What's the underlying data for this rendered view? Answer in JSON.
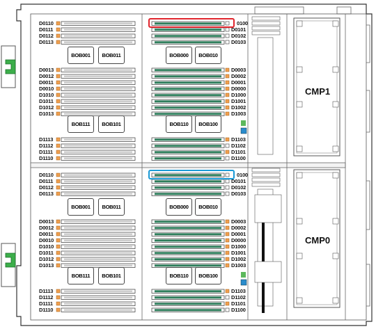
{
  "halves": [
    {
      "cmp_label": "CMP1",
      "left_group_a": [
        "D0110",
        "D0111",
        "D0112",
        "D0113"
      ],
      "left_group_b": [
        "D0013",
        "D0012",
        "D0011",
        "D0010",
        "D1010",
        "D1011",
        "D1012",
        "D1013"
      ],
      "left_group_c": [
        "D1113",
        "D1112",
        "D1111",
        "D1110"
      ],
      "right_group_a": [
        "0100",
        "D0101",
        "D0102",
        "D0103"
      ],
      "right_group_b": [
        "D0003",
        "D0002",
        "D0001",
        "D0000",
        "D1000",
        "D1001",
        "D1002",
        "D1003"
      ],
      "right_group_c": [
        "D1103",
        "D1102",
        "D1101",
        "D1100"
      ],
      "bob_top_left": [
        "BOB001",
        "BOB011"
      ],
      "bob_top_right": [
        "BOB000",
        "BOB010"
      ],
      "bob_bottom_left": [
        "BOB111",
        "BOB101"
      ],
      "bob_bottom_right": [
        "BOB110",
        "BOB100"
      ],
      "highlight_color": "#e0242c"
    },
    {
      "cmp_label": "CMP0",
      "left_group_a": [
        "D0110",
        "D0111",
        "D0112",
        "D0113"
      ],
      "left_group_b": [
        "D0013",
        "D0012",
        "D0011",
        "D0010",
        "D1010",
        "D1011",
        "D1012",
        "D1013"
      ],
      "left_group_c": [
        "D1113",
        "D1112",
        "D1111",
        "D1110"
      ],
      "right_group_a": [
        "0100",
        "D0101",
        "D0102",
        "D0103"
      ],
      "right_group_b": [
        "D0003",
        "D0002",
        "D0001",
        "D0000",
        "D1000",
        "D1001",
        "D1002",
        "D1003"
      ],
      "right_group_c": [
        "D1103",
        "D1102",
        "D1101",
        "D1100"
      ],
      "bob_top_left": [
        "BOB001",
        "BOB011"
      ],
      "bob_top_right": [
        "BOB000",
        "BOB010"
      ],
      "bob_bottom_left": [
        "BOB111",
        "BOB101"
      ],
      "bob_bottom_right": [
        "BOB110",
        "BOB100"
      ],
      "highlight_color": "#1a9ad6"
    }
  ],
  "colors": {
    "outline": "#333333",
    "green_dimm": "#2e7d5b",
    "gray_dimm": "#cccccc",
    "orange_latch": "#f0a050",
    "status_blue": "#2a8ccc",
    "status_green": "#5cb85c",
    "bracket_green": "#3cae4a"
  }
}
